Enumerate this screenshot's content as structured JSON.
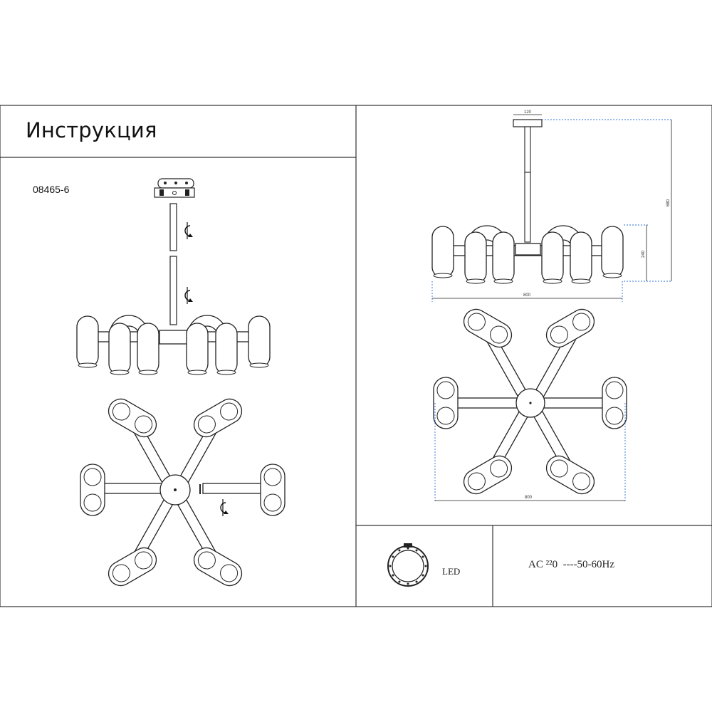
{
  "header": {
    "title": "Инструкция"
  },
  "product": {
    "model": "08465-6"
  },
  "dimensions": {
    "canopy_width": "120",
    "total_height": "680",
    "arm_height": "240",
    "width_front": "800",
    "width_top": "800"
  },
  "legend": {
    "led_label": "LED"
  },
  "power": {
    "text": "AC ²²0  ----50-60Hz"
  }
}
